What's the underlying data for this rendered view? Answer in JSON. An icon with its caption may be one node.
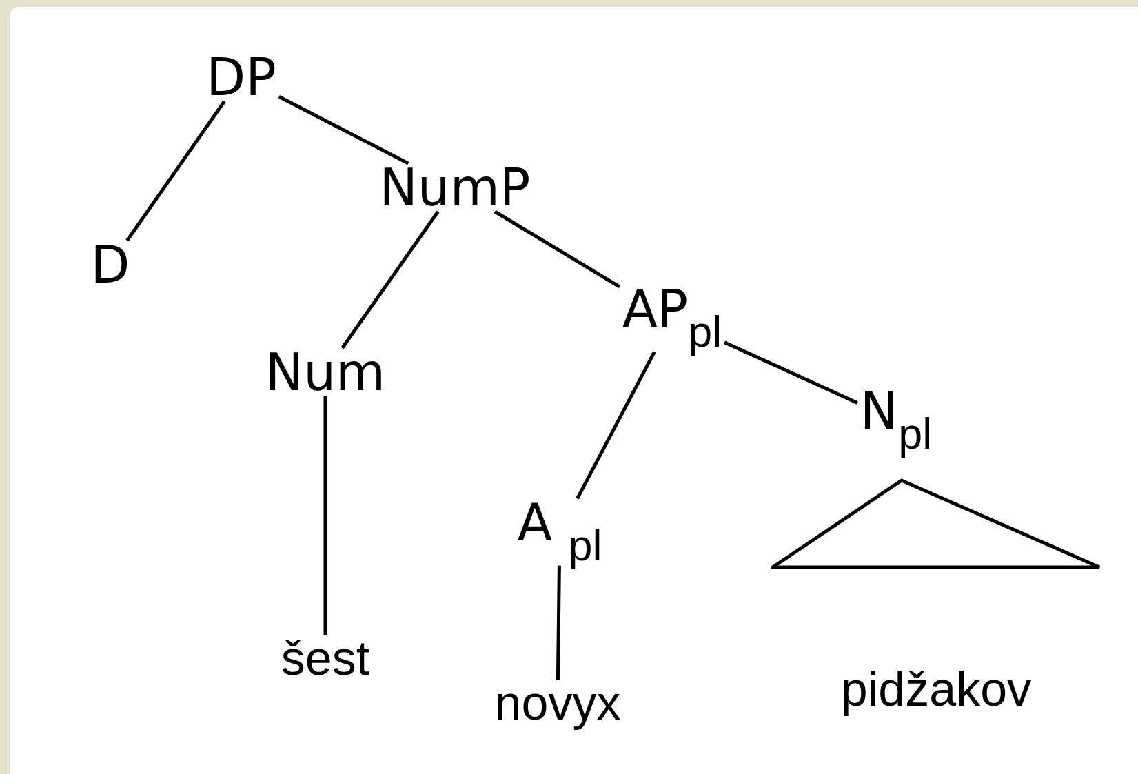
{
  "diagram": {
    "nodes": [
      {
        "text": [
          "DP"
        ]
      },
      {
        "text": [
          "D"
        ]
      },
      {
        "text": [
          "NumP"
        ]
      },
      {
        "text": [
          "Num"
        ]
      },
      {
        "text": [
          "šest"
        ]
      },
      {
        "text": [
          "AP$_{pl}$"
        ]
      },
      {
        "text": [
          "A $_{pl}$"
        ]
      },
      {
        "text": [
          "novyx"
        ]
      },
      {
        "text": [
          "N$_{pl}$"
        ]
      },
      {
        "text": [],
        "shape": "triangle",
        "beside": [
          "pidžakov"
        ]
      }
    ],
    "edges": [
      {
        "from": 0,
        "to": 1,
        "arrow": "none"
      },
      {
        "from": 0,
        "to": 2,
        "arrow": "none"
      },
      {
        "from": 2,
        "to": 3,
        "arrow": "none"
      },
      {
        "from": 2,
        "to": 5,
        "arrow": "none"
      },
      {
        "from": 3,
        "to": 4,
        "arrow": "none"
      },
      {
        "from": 5,
        "to": 6,
        "arrow": "none"
      },
      {
        "from": 5,
        "to": 8,
        "arrow": "none"
      },
      {
        "from": 6,
        "to": 7,
        "arrow": "none"
      }
    ]
  }
}
